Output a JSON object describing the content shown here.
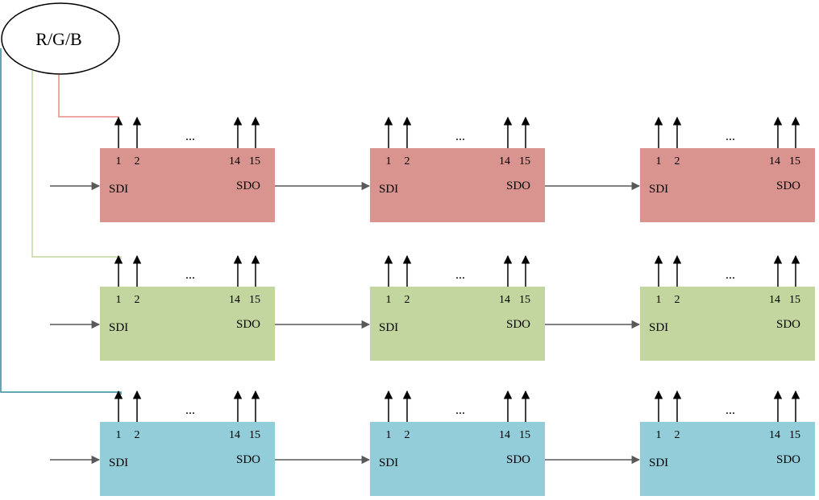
{
  "source": {
    "label": "R/G/B"
  },
  "chip": {
    "pins": [
      "1",
      "2",
      "14",
      "15"
    ],
    "ellipsis": "...",
    "input_port": "SDI",
    "output_port": "SDO"
  },
  "rows": [
    {
      "id": "red",
      "fill": "#d9948f",
      "wire": "#e88b85"
    },
    {
      "id": "green",
      "fill": "#c4d69f",
      "wire": "#c4d69f"
    },
    {
      "id": "blue",
      "fill": "#92cdd9",
      "wire": "#2f8c99"
    }
  ],
  "chips_per_row": 3,
  "colors": {
    "arrow": "#000000",
    "chain": "#595959",
    "ellipse_stroke": "#000000"
  }
}
